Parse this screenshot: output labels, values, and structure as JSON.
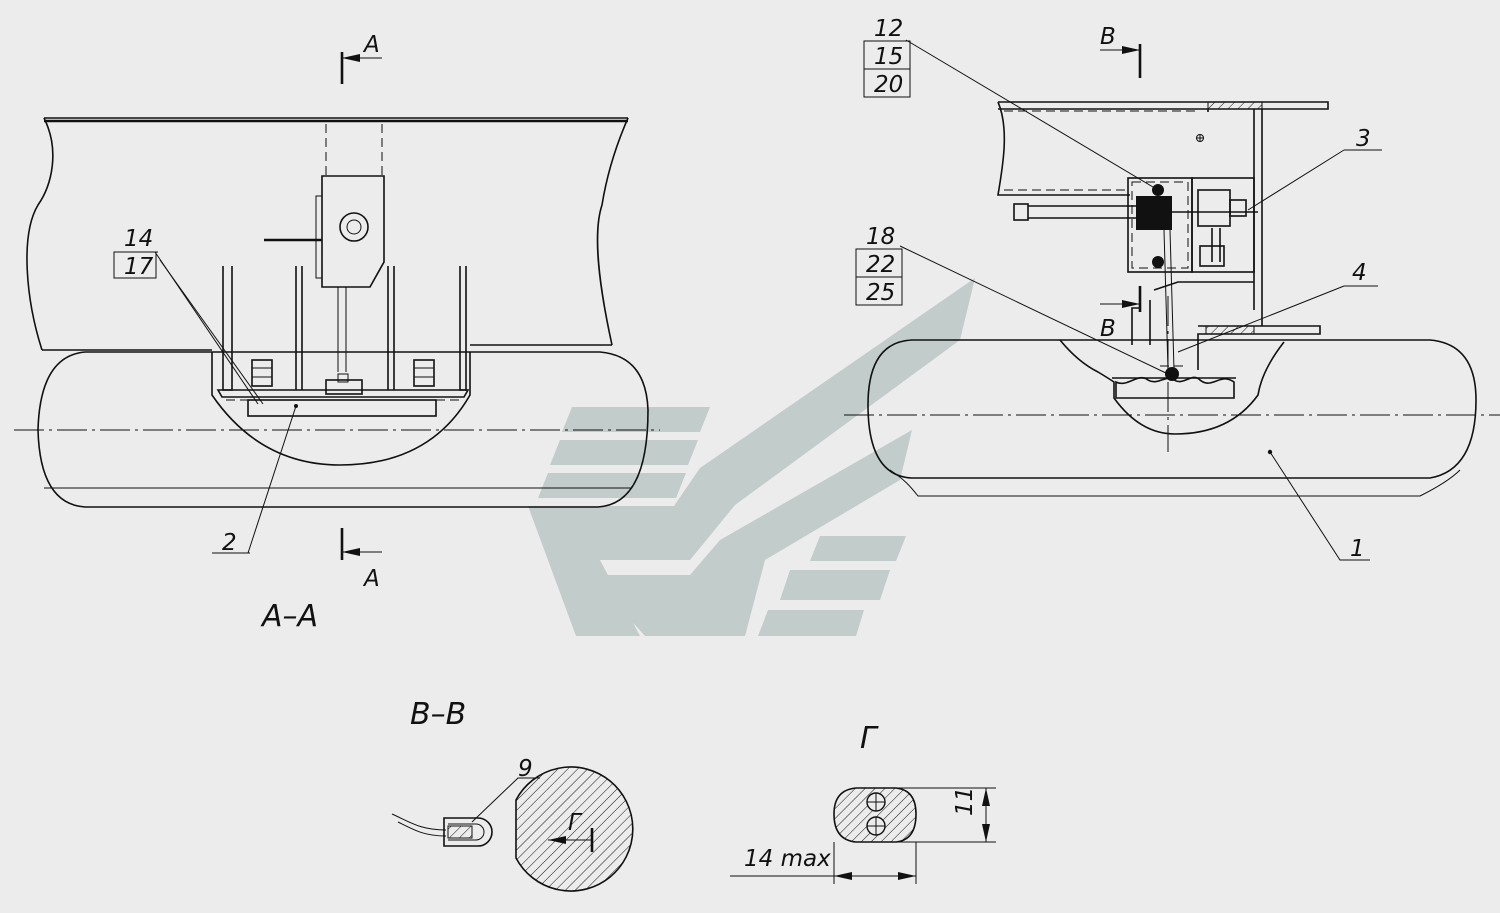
{
  "colors": {
    "line": "#111111",
    "background": "#ececec",
    "watermark": "#c2cccb"
  },
  "icons": {
    "watermark": "logo-watermark",
    "hatch": "section-hatching"
  },
  "section_marks": {
    "a_top": "А",
    "a_bottom": "А",
    "v_top": "В",
    "v_side": "В",
    "g_arrow": "Г"
  },
  "view_titles": {
    "section_aa": "А–А",
    "section_vv": "В–В",
    "view_g": "Г"
  },
  "callouts": {
    "left_stack": [
      "14",
      "17"
    ],
    "left_bottom": "2",
    "right_top_stack": [
      "12",
      "15",
      "20"
    ],
    "right_mid_stack": [
      "18",
      "22",
      "25"
    ],
    "right_3": "3",
    "right_4": "4",
    "right_1": "1",
    "vv_9": "9"
  },
  "dimensions": {
    "height": "11",
    "width": "14 max"
  }
}
